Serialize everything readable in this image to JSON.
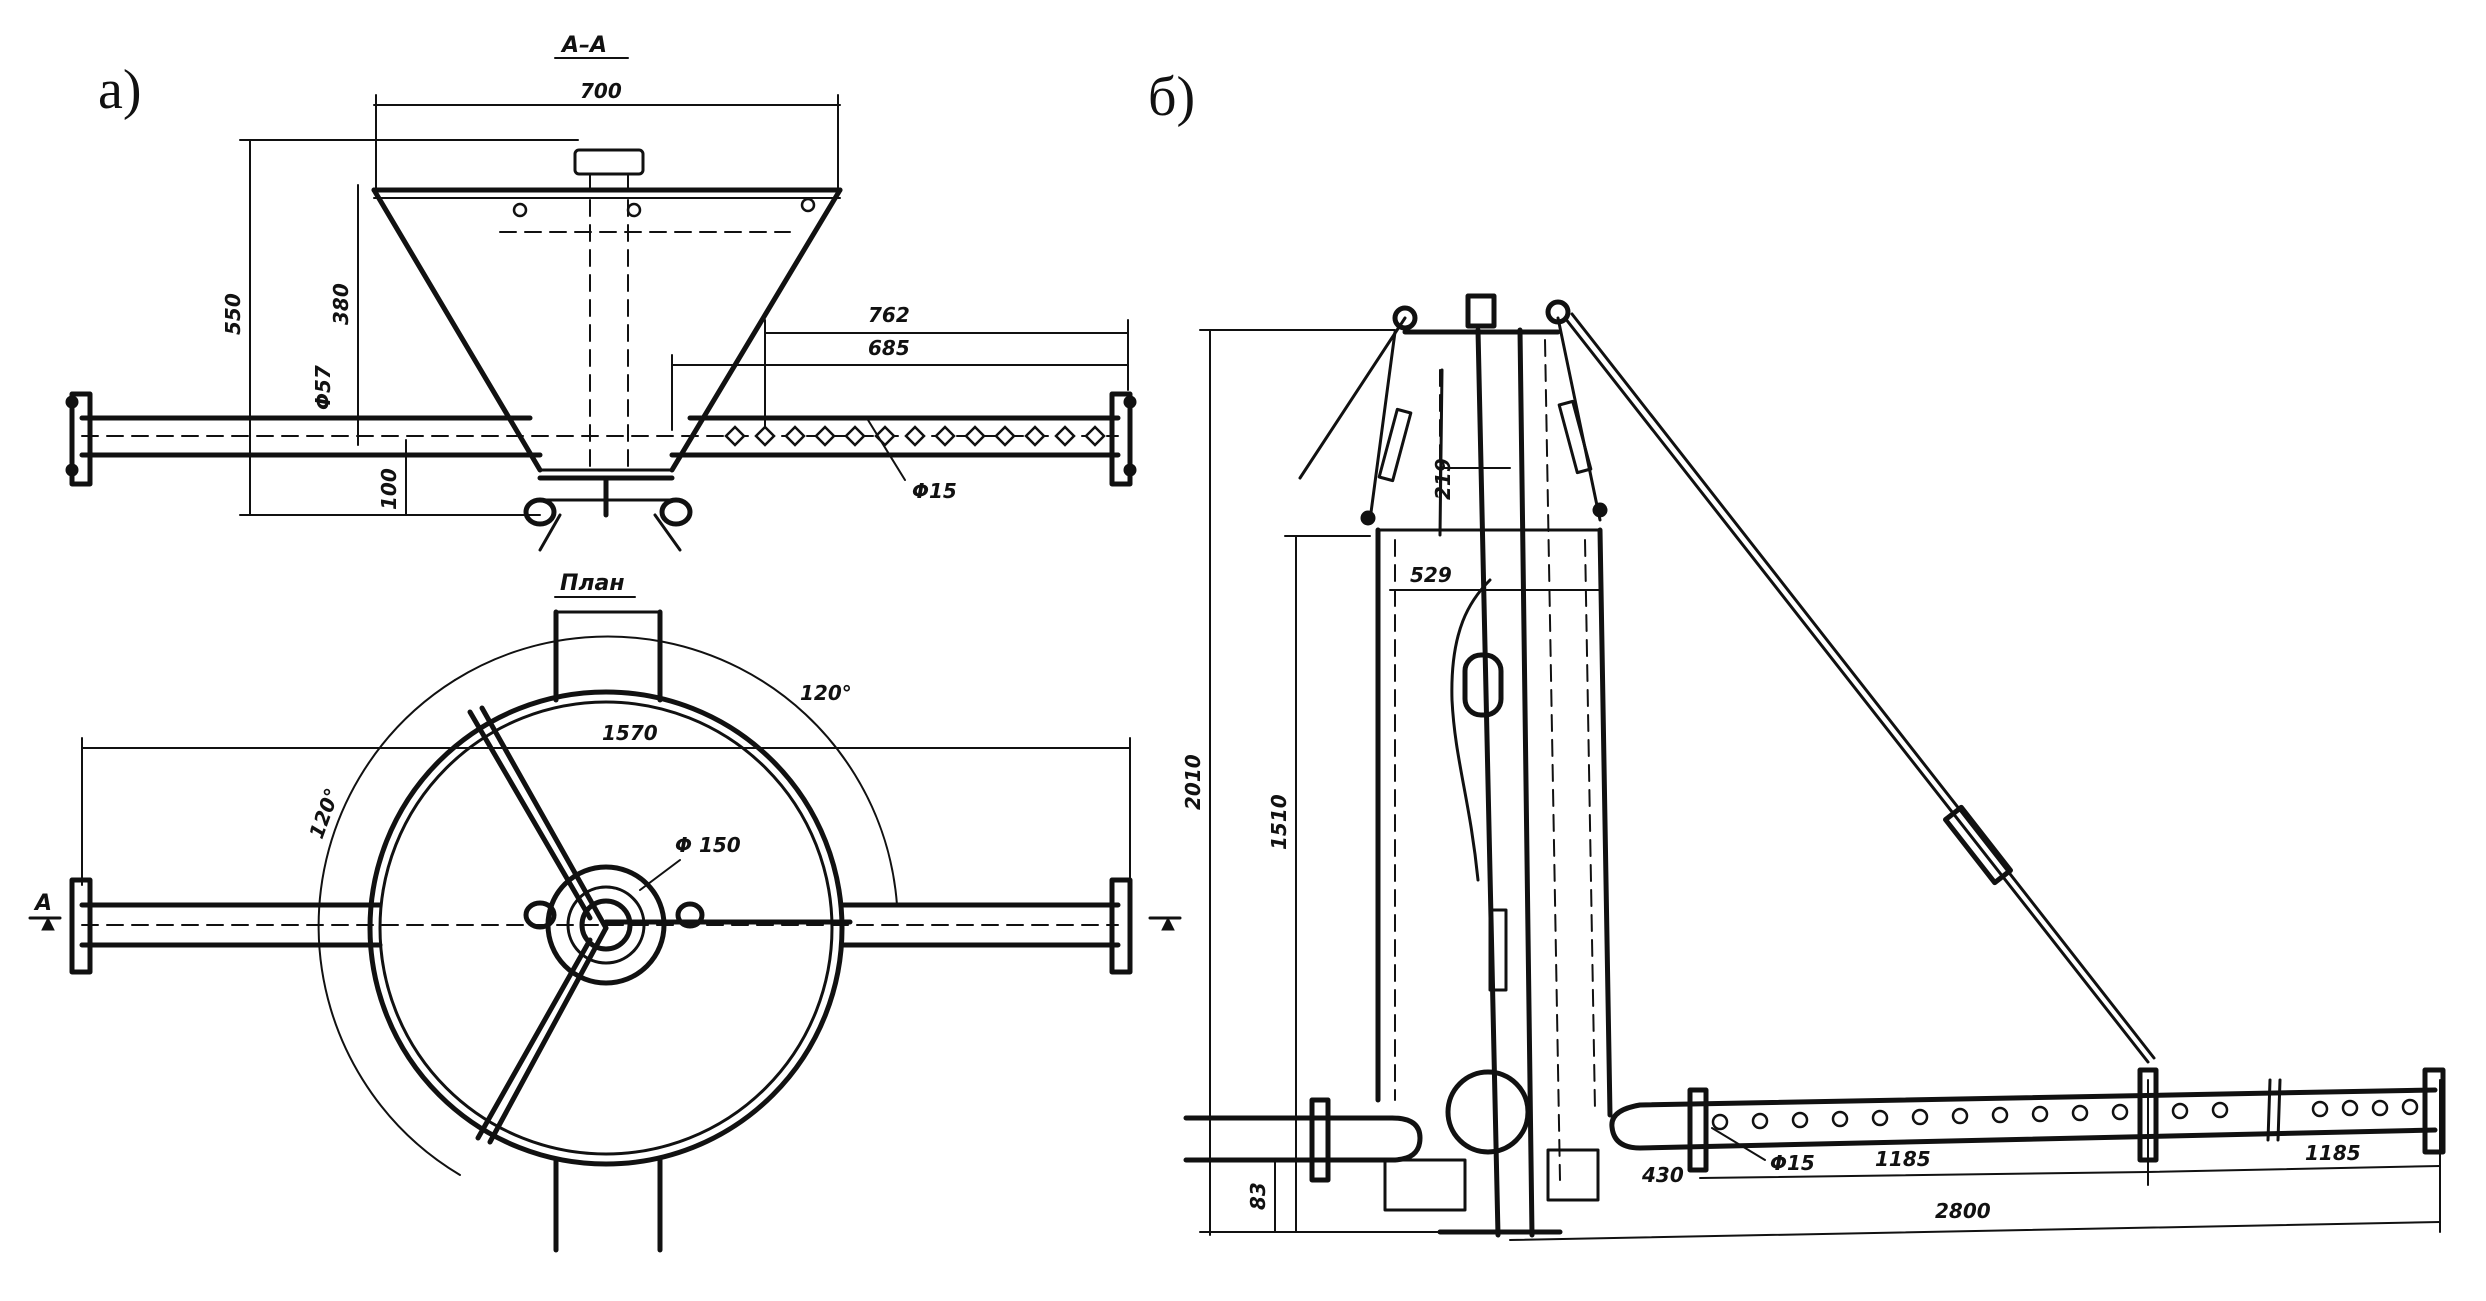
{
  "panel_labels": {
    "a": "а)",
    "b": "б)"
  },
  "view_a": {
    "section_title": "А–А",
    "plan_title": "План",
    "section_marker": "А",
    "dims": {
      "d700": "700",
      "d550": "550",
      "d380": "380",
      "d762": "762",
      "d685": "685",
      "d57": "Φ57",
      "d100": "100",
      "d15": "Φ15",
      "d1570": "1570",
      "d150": "Φ 150",
      "ang1": "120°",
      "ang2": "120°"
    }
  },
  "view_b": {
    "dims": {
      "d2010": "2010",
      "d1510": "1510",
      "d219": "219",
      "d529": "529",
      "d83": "83",
      "d430": "430",
      "d15": "Φ15",
      "d1185a": "1185",
      "d1185b": "1185",
      "d2800": "2800"
    }
  }
}
